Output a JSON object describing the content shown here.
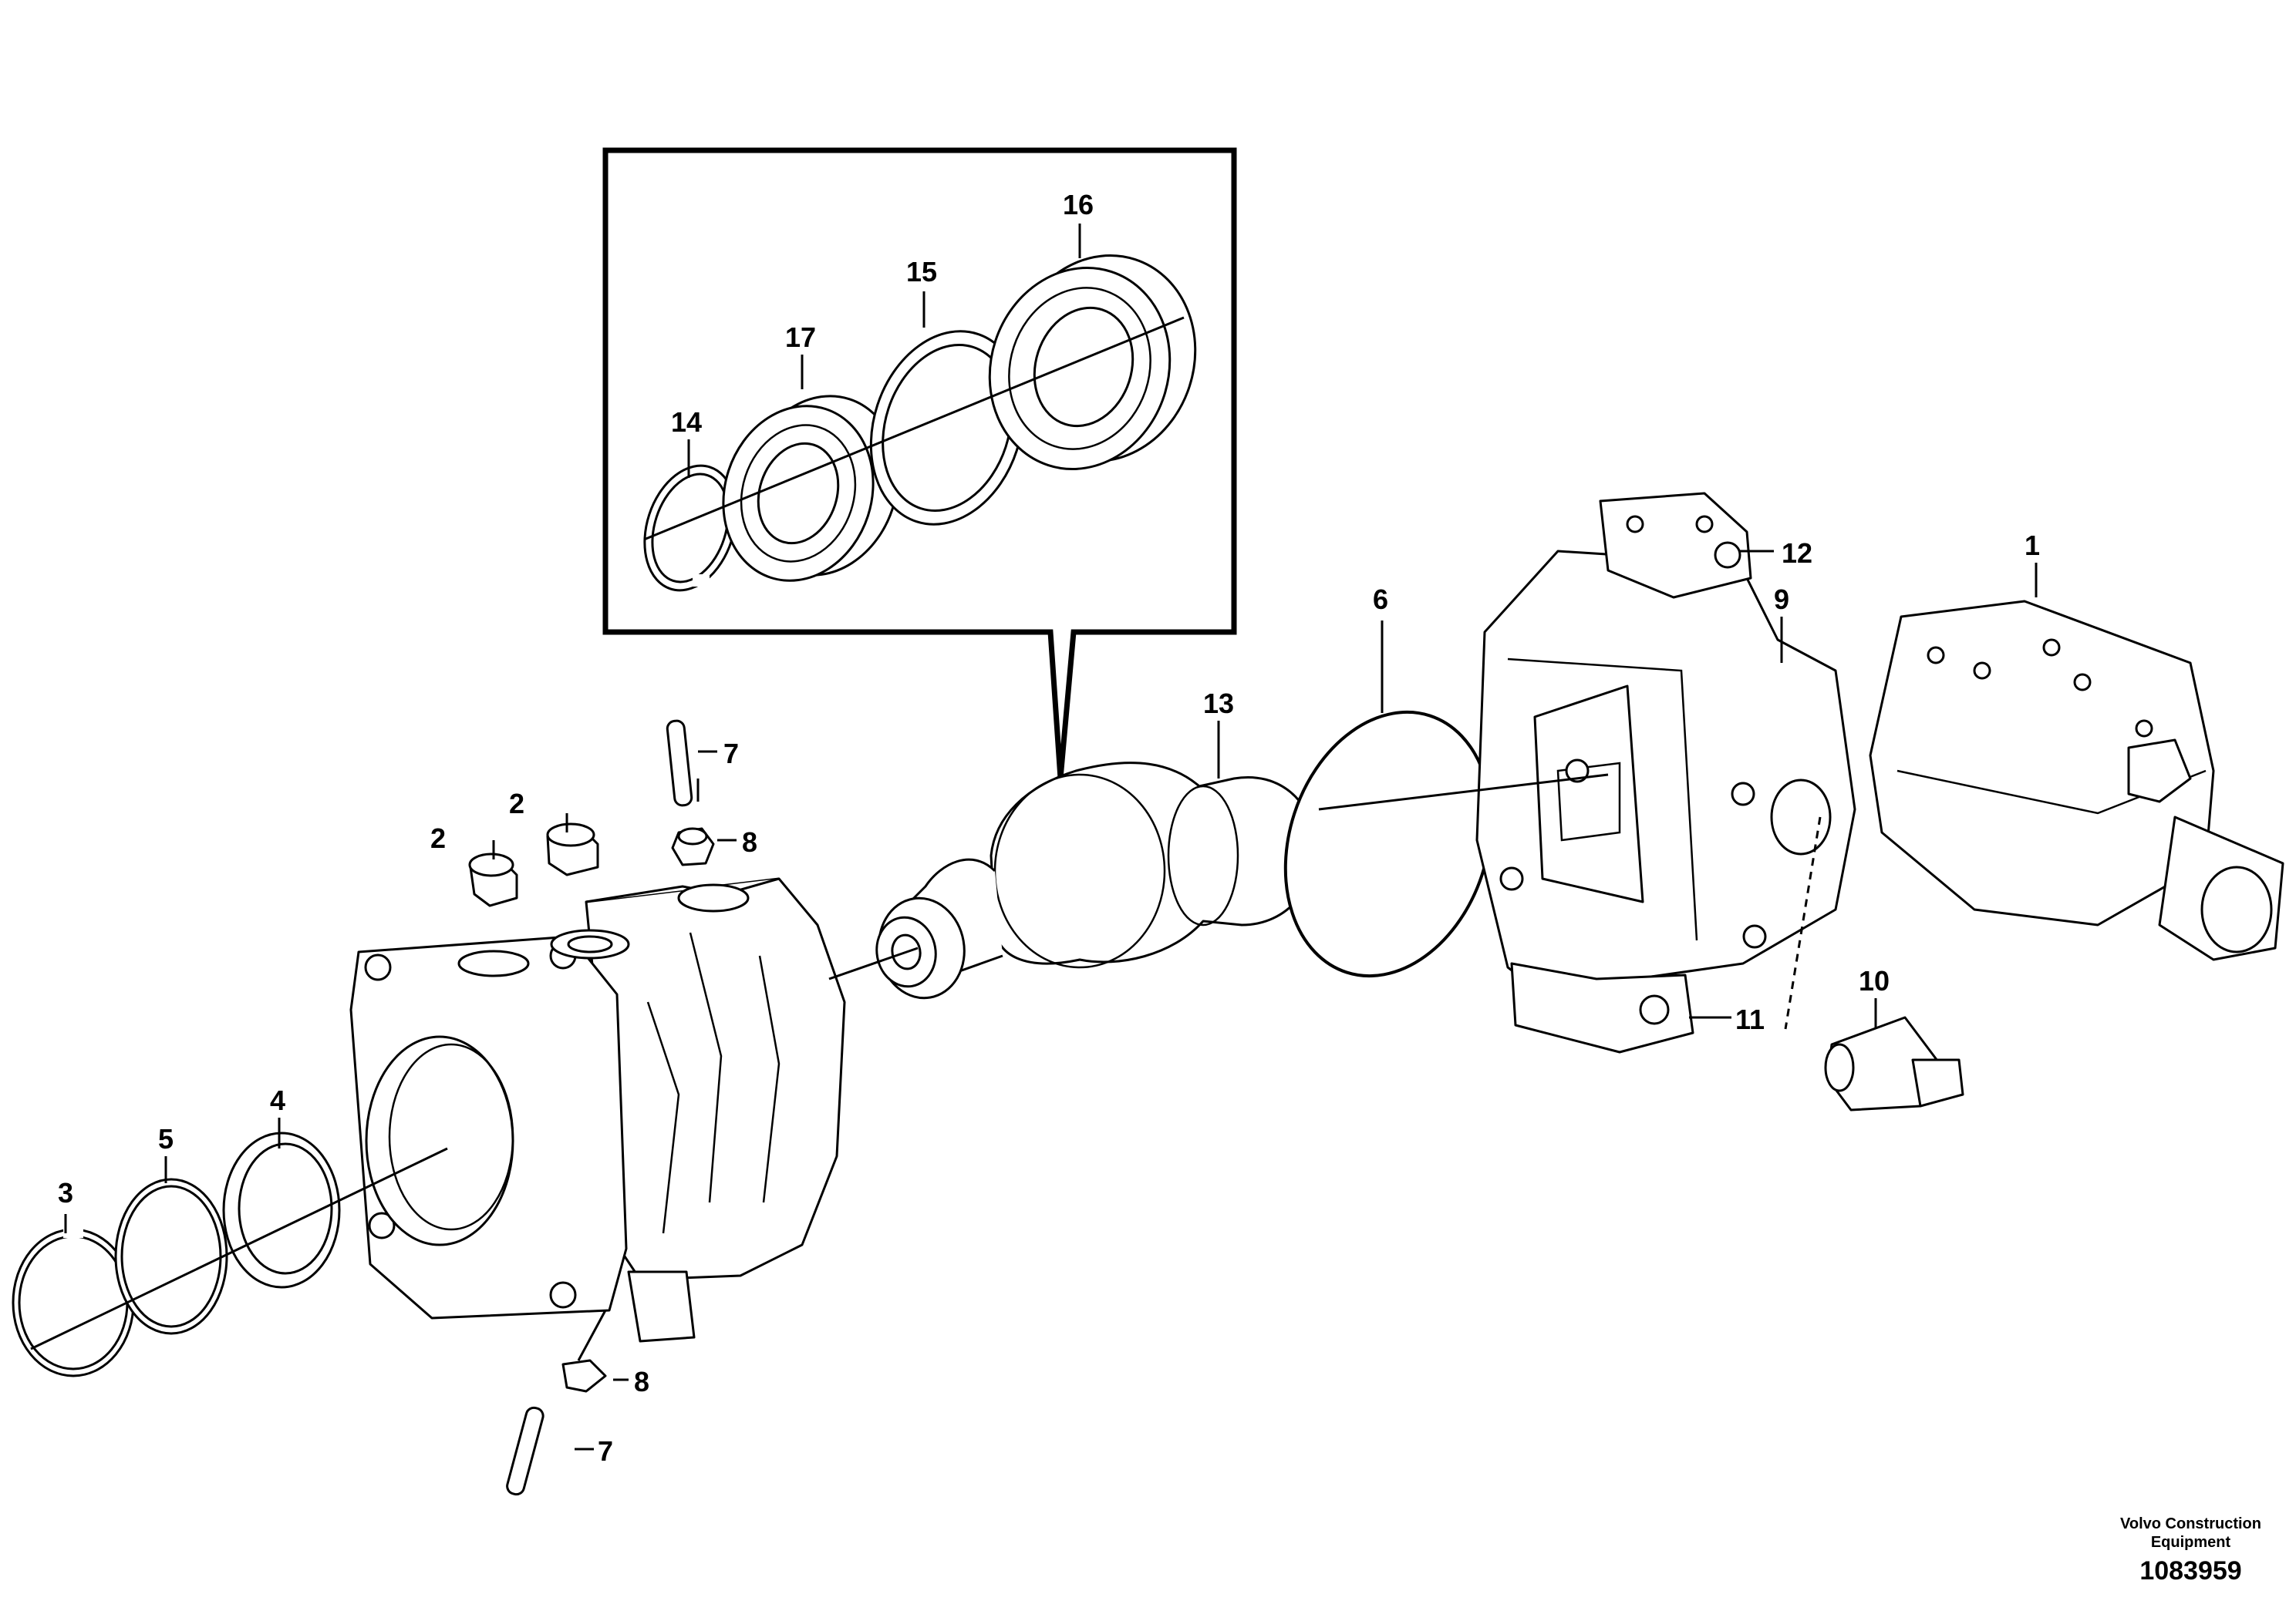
{
  "callouts": {
    "c1": "1",
    "c2a": "2",
    "c2b": "2",
    "c3": "3",
    "c4": "4",
    "c5": "5",
    "c6": "6",
    "c7a": "7",
    "c7b": "7",
    "c8a": "8",
    "c8b": "8",
    "c9": "9",
    "c10": "10",
    "c11": "11",
    "c12": "12",
    "c13": "13",
    "c14": "14",
    "c15": "15",
    "c16": "16",
    "c17": "17"
  },
  "footer": {
    "company_line1": "Volvo Construction",
    "company_line2": "Equipment",
    "drawing_number": "1083959"
  }
}
